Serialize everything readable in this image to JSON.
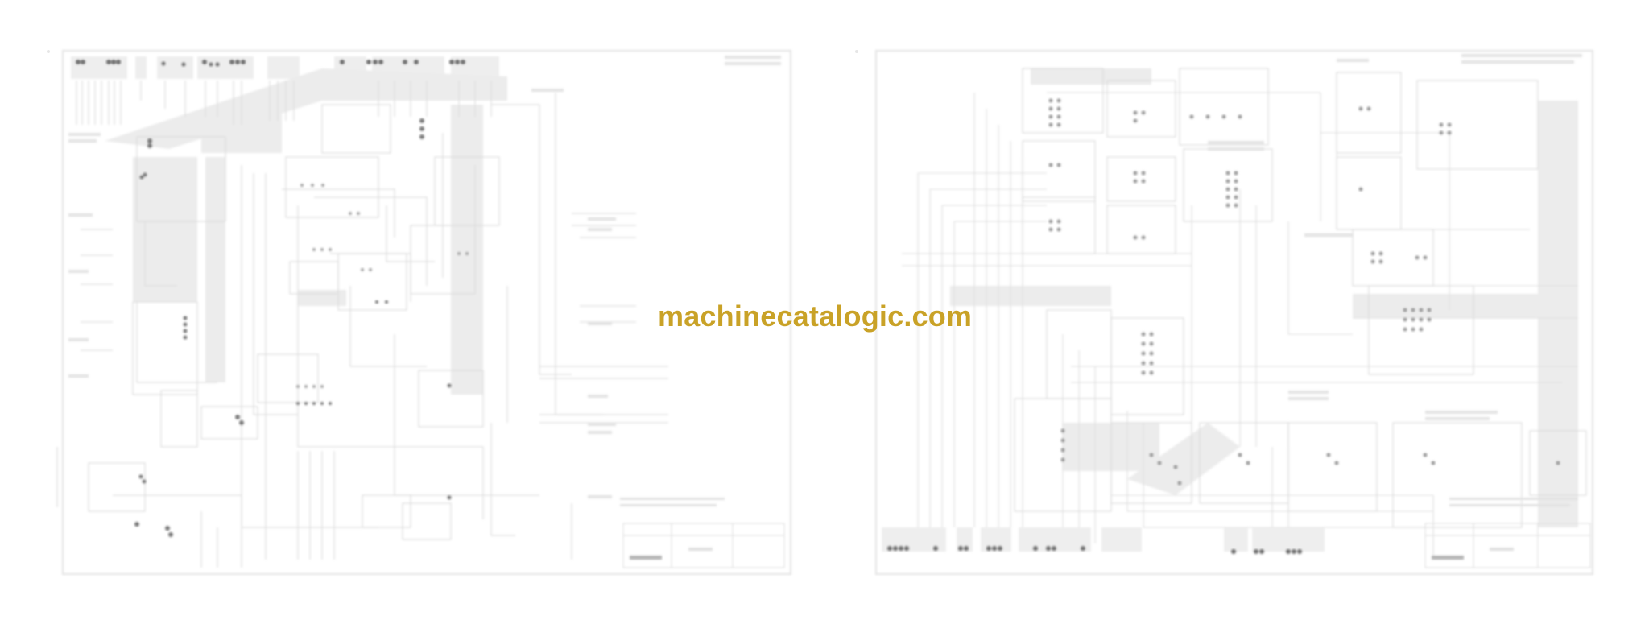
{
  "watermark": {
    "text": "machinecatalogic.com",
    "color": "#C9A227"
  },
  "sheets": [
    {
      "id": "left",
      "label_legible": false,
      "border_color": "#e4e4e4",
      "line_color": "#dcdcdc",
      "connector_color": "#6e6e6e"
    },
    {
      "id": "right",
      "label_legible": false,
      "border_color": "#e4e4e4",
      "line_color": "#dcdcdc",
      "connector_color": "#6e6e6e"
    }
  ]
}
